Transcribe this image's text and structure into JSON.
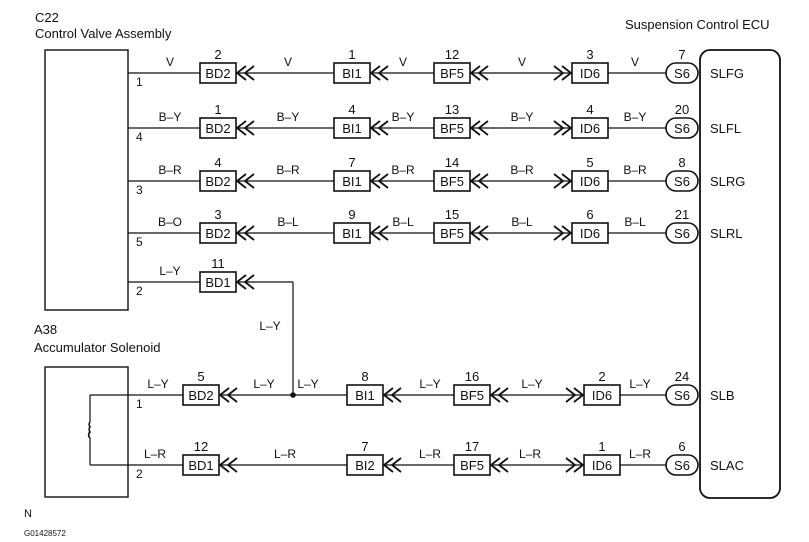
{
  "components": {
    "c22": {
      "code": "C22",
      "name": "Control Valve Assembly"
    },
    "a38": {
      "code": "A38",
      "name": "Accumulator Solenoid"
    },
    "ecu": {
      "name": "Suspension Control ECU"
    }
  },
  "top_rows": [
    {
      "pin": "1",
      "wires": [
        "V",
        "V",
        "V",
        "V",
        "V"
      ],
      "bd": {
        "name": "BD2",
        "pin": "2"
      },
      "bi": {
        "name": "BI1",
        "pin": "1"
      },
      "bf": {
        "name": "BF5",
        "pin": "12"
      },
      "id": {
        "name": "ID6",
        "pin": "3"
      },
      "s": {
        "name": "S6",
        "pin": "7"
      },
      "terminal": "SLFG"
    },
    {
      "pin": "4",
      "wires": [
        "B–Y",
        "B–Y",
        "B–Y",
        "B–Y",
        "B–Y"
      ],
      "bd": {
        "name": "BD2",
        "pin": "1"
      },
      "bi": {
        "name": "BI1",
        "pin": "4"
      },
      "bf": {
        "name": "BF5",
        "pin": "13"
      },
      "id": {
        "name": "ID6",
        "pin": "4"
      },
      "s": {
        "name": "S6",
        "pin": "20"
      },
      "terminal": "SLFL"
    },
    {
      "pin": "3",
      "wires": [
        "B–R",
        "B–R",
        "B–R",
        "B–R",
        "B–R"
      ],
      "bd": {
        "name": "BD2",
        "pin": "4"
      },
      "bi": {
        "name": "BI1",
        "pin": "7"
      },
      "bf": {
        "name": "BF5",
        "pin": "14"
      },
      "id": {
        "name": "ID6",
        "pin": "5"
      },
      "s": {
        "name": "S6",
        "pin": "8"
      },
      "terminal": "SLRG"
    },
    {
      "pin": "5",
      "wires": [
        "B–O",
        "B–L",
        "B–L",
        "B–L",
        "B–L"
      ],
      "bd": {
        "name": "BD2",
        "pin": "3"
      },
      "bi": {
        "name": "BI1",
        "pin": "9"
      },
      "bf": {
        "name": "BF5",
        "pin": "15"
      },
      "id": {
        "name": "ID6",
        "pin": "6"
      },
      "s": {
        "name": "S6",
        "pin": "21"
      },
      "terminal": "SLRL"
    }
  ],
  "branch": {
    "pin": "2",
    "wire": "L–Y",
    "connector": {
      "name": "BD1",
      "pin": "11"
    },
    "drop_wire": "L–Y"
  },
  "bottom_rows": [
    {
      "pin": "1",
      "wires": [
        "L–Y",
        "L–Y",
        "L–Y",
        "L–Y",
        "L–Y",
        "L–Y"
      ],
      "bd": {
        "name": "BD2",
        "pin": "5"
      },
      "bi": {
        "name": "BI1",
        "pin": "8"
      },
      "bf": {
        "name": "BF5",
        "pin": "16"
      },
      "id": {
        "name": "ID6",
        "pin": "2"
      },
      "s": {
        "name": "S6",
        "pin": "24"
      },
      "terminal": "SLB"
    },
    {
      "pin": "2",
      "wires": [
        "L–R",
        "L–R",
        "L–R",
        "L–R",
        "L–R"
      ],
      "bd": {
        "name": "BD1",
        "pin": "12"
      },
      "bi": {
        "name": "BI2",
        "pin": "7"
      },
      "bf": {
        "name": "BF5",
        "pin": "17"
      },
      "id": {
        "name": "ID6",
        "pin": "1"
      },
      "s": {
        "name": "S6",
        "pin": "6"
      },
      "terminal": "SLAC"
    }
  ],
  "footer": {
    "note": "N",
    "figure_id": "G01428572"
  }
}
